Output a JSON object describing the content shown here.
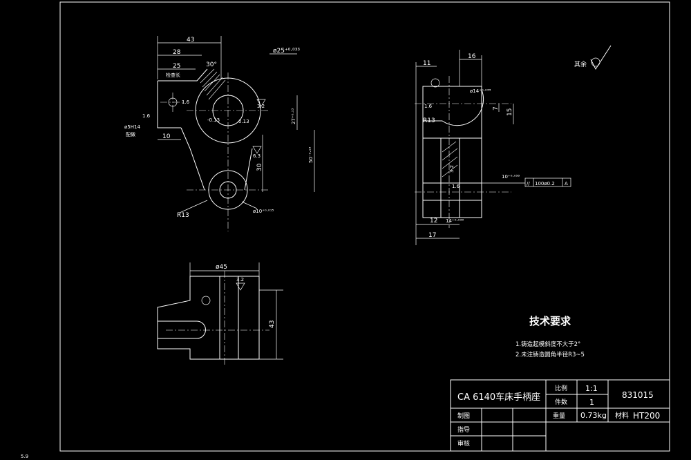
{
  "colors": {
    "background": "#000000",
    "line": "#ffffff"
  },
  "title_block": {
    "part_name": "CA 6140车床手柄座",
    "scale_label": "比例",
    "scale_value": "1:1",
    "qty_label": "件数",
    "qty_value": "1",
    "drawing_no": "831015",
    "weight_label": "重量",
    "weight_value": "0.73kg",
    "material_label": "材料",
    "material_value": "HT200",
    "drawn_label": "制图",
    "guide_label": "指导",
    "review_label": "审核"
  },
  "tech_requirements": {
    "title": "技术要求",
    "items": [
      "1.铸造起模斜度不大于2°",
      "2.未注铸造圆角半径R3~5"
    ]
  },
  "roughness_other": {
    "label": "其余"
  },
  "corner_label": "5.9",
  "view_front": {
    "dims": {
      "d43": "43",
      "d28": "28",
      "d25": "25",
      "jianzhuchang": "检查长",
      "a30": "30°",
      "bore25": "ø25⁺⁰·⁰³³",
      "r19": "1.6",
      "hole5": "ø5H14",
      "peizuan": "配做",
      "d10": "10",
      "d27": "27⁺⁰·¹³",
      "d50": "50⁻⁰·¹³",
      "d30": "30",
      "r13": "R13",
      "bore10": "ø10⁺⁰·⁰¹⁵",
      "ra63": "6.3",
      "ra32": "3.2",
      "sm013": "0.13",
      "tol": "-0.13",
      "ra16": "1.6"
    }
  },
  "view_side": {
    "dims": {
      "d11": "11",
      "d16": "16",
      "bore14": "ø14⁺⁰·⁰³³",
      "ra16": "1.6",
      "r13": "R13",
      "d7": "7",
      "d15": "15",
      "d10": "10⁺⁰·⁰⁵⁸",
      "gdt": "//",
      "gdt_val": "100ø0.2",
      "gdt_ref": "A",
      "d12": "12",
      "d14": "14⁺⁰·⁰³³",
      "d17": "17",
      "ra32": "3.2",
      "ra16b": "1.6"
    }
  },
  "view_top": {
    "dims": {
      "d45": "ø45",
      "d43": "43",
      "ra32": "3.2"
    }
  }
}
